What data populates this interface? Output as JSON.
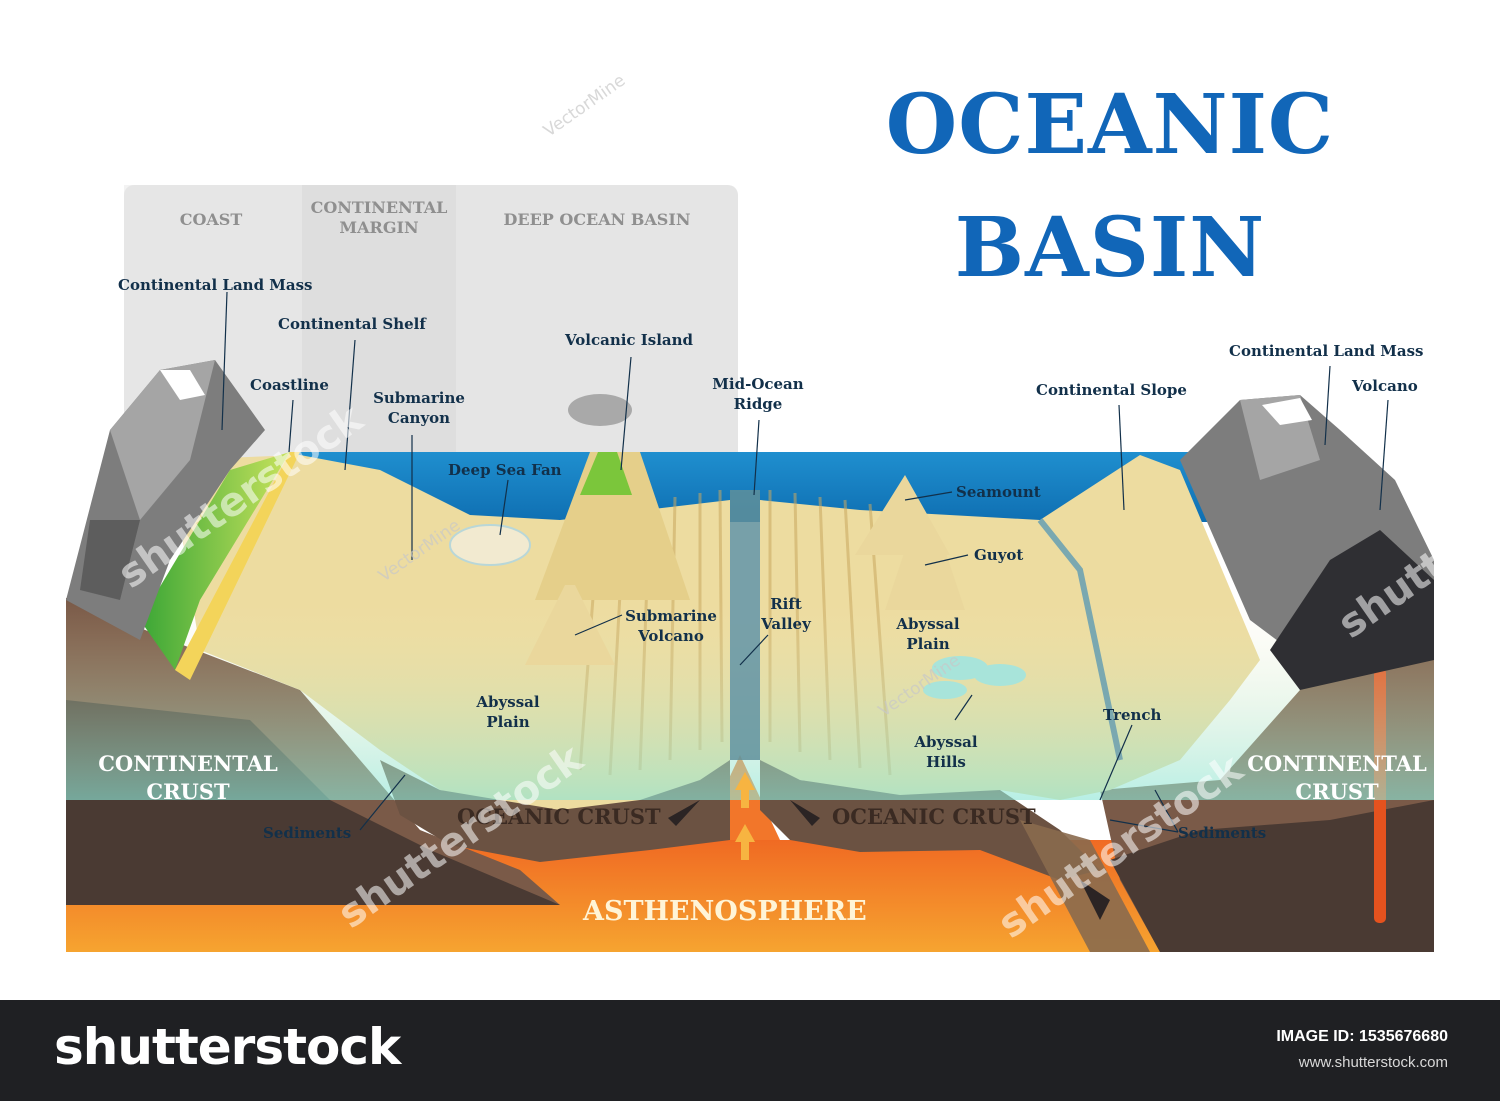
{
  "title": {
    "line1": "OCEANIC",
    "line2": "BASIN"
  },
  "zones": {
    "coast": "COAST",
    "continental_margin": "CONTINENTAL\nMARGIN",
    "deep_ocean_basin": "DEEP OCEAN BASIN"
  },
  "labels": {
    "continental_land_mass_left": "Continental Land Mass",
    "continental_shelf": "Continental Shelf",
    "coastline": "Coastline",
    "submarine_canyon": "Submarine\nCanyon",
    "volcanic_island": "Volcanic Island",
    "deep_sea_fan": "Deep Sea Fan",
    "mid_ocean_ridge": "Mid-Ocean\nRidge",
    "continental_slope": "Continental Slope",
    "continental_land_mass_right": "Continental Land Mass",
    "volcano": "Volcano",
    "seamount": "Seamount",
    "guyot": "Guyot",
    "submarine_volcano": "Submarine\nVolcano",
    "rift_valley": "Rift\nValley",
    "abyssal_plain_right": "Abyssal\nPlain",
    "abyssal_plain_left": "Abyssal\nPlain",
    "abyssal_hills": "Abyssal\nHills",
    "trench": "Trench",
    "sediments_left": "Sediments",
    "sediments_right": "Sediments"
  },
  "layers": {
    "continental_crust_left": "CONTINENTAL\nCRUST",
    "continental_crust_right": "CONTINENTAL\nCRUST",
    "oceanic_crust_left": "OCEANIC CRUST",
    "oceanic_crust_right": "OCEANIC CRUST",
    "asthenosphere": "ASTHENOSPHERE"
  },
  "watermarks": {
    "shutterstock": "shutterstock",
    "author": "VectorMine"
  },
  "footer": {
    "brand": "shutterstock",
    "image_id": "IMAGE ID: 1535676680",
    "site": "www.shutterstock.com"
  }
}
